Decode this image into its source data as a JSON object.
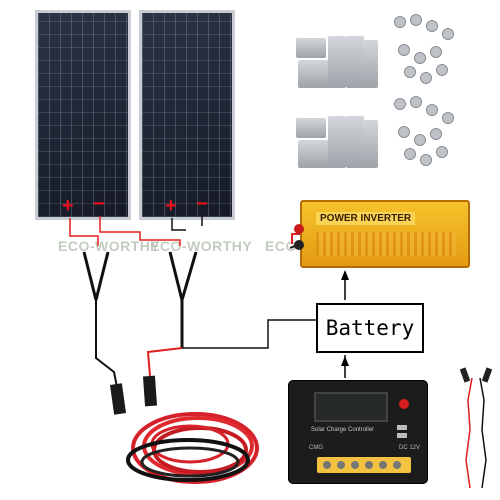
{
  "watermark": "ECO-WORTHY",
  "panels": {
    "plus_symbol": "+",
    "minus_symbol": "−"
  },
  "inverter": {
    "label": "POWER INVERTER"
  },
  "battery": {
    "label": "Battery"
  },
  "controller": {
    "label": "Solar Charge Controller",
    "voltage_label": "DC 12V",
    "model_label": "CMG"
  },
  "colors": {
    "wire_red": "#e01e1e",
    "wire_black": "#111111",
    "inverter_body": "#f0b02a",
    "panel_frame": "#c9ccd2"
  }
}
